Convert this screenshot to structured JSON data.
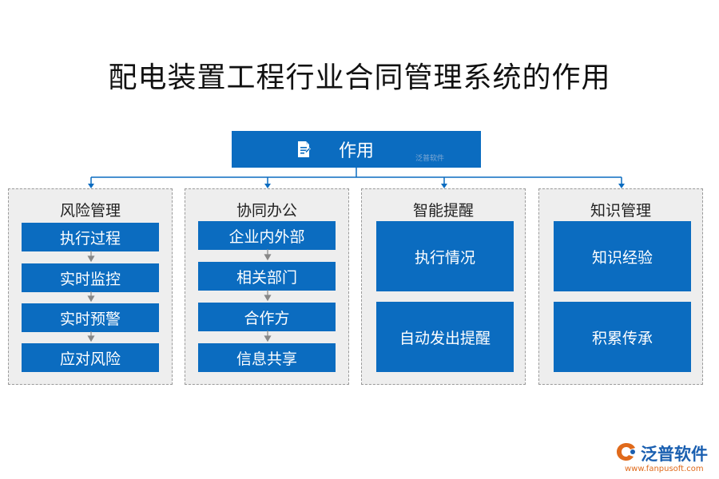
{
  "title": "配电装置工程行业合同管理系统的作用",
  "root": {
    "label": "作用",
    "icon": "document-icon"
  },
  "watermark": "泛普软件",
  "groups": [
    {
      "title": "风险管理",
      "items": [
        "执行过程",
        "实时监控",
        "实时预警",
        "应对风险"
      ]
    },
    {
      "title": "协同办公",
      "items": [
        "企业内外部",
        "相关部门",
        "合作方",
        "信息共享"
      ]
    },
    {
      "title": "智能提醒",
      "items": [
        "执行情况",
        "自动发出提醒"
      ]
    },
    {
      "title": "知识管理",
      "items": [
        "知识经验",
        "积累传承"
      ]
    }
  ],
  "logo": {
    "name": "泛普软件",
    "url": "www.fanpusoft.com",
    "icon": "fanpu-logo-icon"
  },
  "colors": {
    "primary": "#0b6cc0",
    "panel": "#eeeeee",
    "connector": "#0b6cc0",
    "arrow": "#888888"
  }
}
